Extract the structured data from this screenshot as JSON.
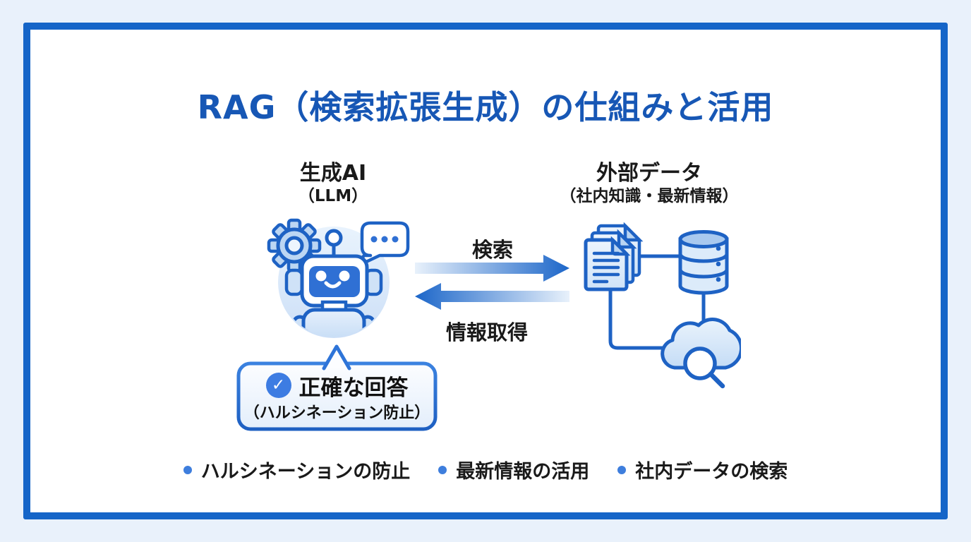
{
  "title": "RAG（検索拡張生成）の仕組みと活用",
  "left_node": {
    "label": "生成AI",
    "sublabel": "（LLM）"
  },
  "right_node": {
    "label": "外部データ",
    "sublabel": "（社内知識・最新情報）"
  },
  "arrows": {
    "search_label": "検索",
    "retrieve_label": "情報取得"
  },
  "callout": {
    "check_icon": "checkmark-icon",
    "check_glyph": "✓",
    "title": "正確な回答",
    "subtitle": "（ハルシネーション防止）"
  },
  "benefits": [
    {
      "label": "ハルシネーションの防止"
    },
    {
      "label": "最新情報の活用"
    },
    {
      "label": "社内データの検索"
    }
  ],
  "icons": {
    "left_node": [
      "robot-icon",
      "gear-icon",
      "speech-bubble-icon"
    ],
    "right_node": [
      "documents-icon",
      "database-icon",
      "cloud-search-icon",
      "magnifier-icon"
    ]
  },
  "colors": {
    "outer_background": "#e9f1fb",
    "frame_border": "#1565c8",
    "title_blue": "#1757b5",
    "icon_stroke_blue": "#1e62c4",
    "icon_fill_light": "#cfe2f7",
    "robot_face_blue": "#2f70d4",
    "arrow_dark": "#1c66c9",
    "arrow_light": "#e8f1fb",
    "check_circle": "#3d7ce2",
    "bullet_dot": "#3e7edd",
    "text_black": "#1a1a1a"
  }
}
